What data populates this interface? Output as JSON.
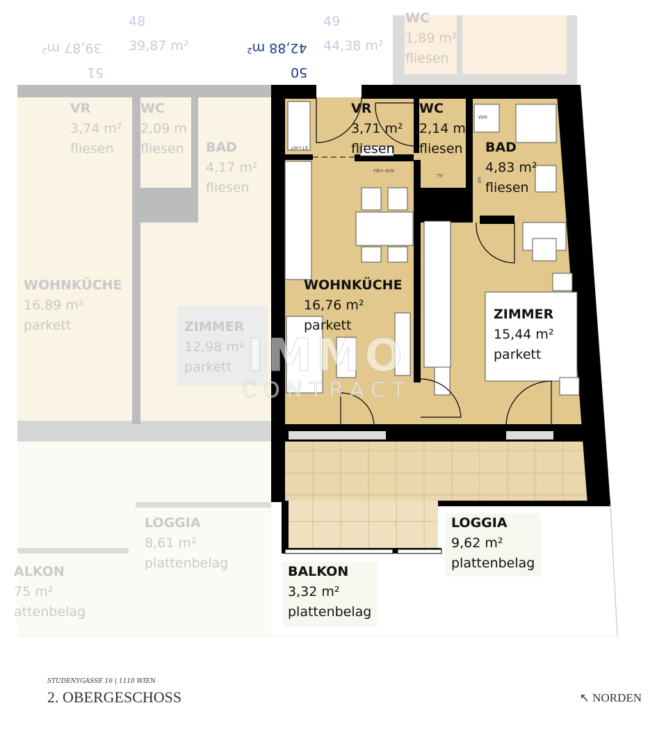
{
  "units": [
    {
      "number": "48",
      "area": "39,87 m²"
    },
    {
      "number": "49",
      "area": "44,38 m²"
    },
    {
      "number": "50",
      "area": "42,88 m²"
    },
    {
      "number": "51",
      "area": "39,87 m²"
    }
  ],
  "main_rooms": {
    "vr": {
      "name": "VR",
      "area": "3,71 m²",
      "floor": "fliesen"
    },
    "wc": {
      "name": "WC",
      "area": "2,14 m",
      "floor": "fliesen"
    },
    "bad": {
      "name": "BAD",
      "area": "4,83 m²",
      "floor": "fliesen"
    },
    "wohnkueche": {
      "name": "WOHNKÜCHE",
      "area": "16,76 m²",
      "floor": "parkett"
    },
    "zimmer": {
      "name": "ZIMMER",
      "area": "15,44 m²",
      "floor": "parkett"
    },
    "balkon": {
      "name": "BALKON",
      "area": "3,32 m²",
      "floor": "plattenbelag"
    },
    "loggia": {
      "name": "LOGGIA",
      "area": "9,62 m²",
      "floor": "plattenbelag"
    }
  },
  "neighbor_rooms": {
    "vr": {
      "name": "VR",
      "area": "3,74 m²",
      "floor": "fliesen"
    },
    "wc": {
      "name": "WC",
      "area": "2,09 m",
      "floor": "fliesen"
    },
    "bad": {
      "name": "BAD",
      "area": "4,17 m²",
      "floor": "fliesen"
    },
    "wohnkueche": {
      "name": "WOHNKÜCHE",
      "area": "16,89 m²",
      "floor": "parkett"
    },
    "zimmer": {
      "name": "ZIMMER",
      "area": "12,98 m²",
      "floor": "parkett"
    },
    "loggia": {
      "name": "LOGGIA",
      "area": "8,61 m²",
      "floor": "plattenbelag"
    },
    "balkon": {
      "name": "ALKON",
      "area": "75 m²",
      "floor": "attenbelag"
    },
    "wc_top": {
      "name": "WC",
      "area": "1,89 m²",
      "floor": "fliesen"
    }
  },
  "fixtures": {
    "wm": "WM",
    "etmt": "ET+MT",
    "fbh": "FBH 4HK",
    "al": "AL",
    "hk": "HK"
  },
  "watermark": {
    "line1": "IMMO",
    "line2": "CONTRACT"
  },
  "footer": {
    "address": "STUDENYGASSE 16 | 1110 WIEN",
    "floor": "2. OBERGESCHOSS",
    "north": "↖ NORDEN"
  },
  "colors": {
    "room_fill": "#e2c88d",
    "outdoor_fill": "#ead7ad",
    "wall": "#000000",
    "ghost_fill": "#faf4e4",
    "ghost_wall": "#bcbcbc",
    "active_unit": "#1d3a8a"
  }
}
